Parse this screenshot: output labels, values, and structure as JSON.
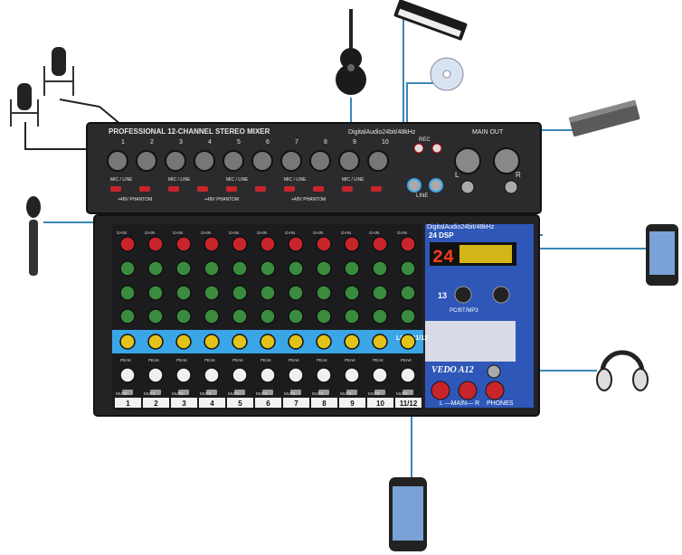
{
  "mixer": {
    "title": "PROFESSIONAL 12-CHANNEL STEREO MIXER",
    "brand": "VEDO A12",
    "dsp": "24 DSP",
    "digital_audio": "DigitalAudio24bit/48kHz",
    "digital_audio_top": "DigitalAudio24bit/48kHz",
    "main_out": "MAIN OUT",
    "display_number": "24",
    "dsp_section_number": "13",
    "pc_bt_mp3": "PC/BT/MP3",
    "line_1112": "LINE 11/12",
    "main_label": "L —MAIN— R",
    "phones_label": "PHONES",
    "phantom_label": "+48V PHANTOM",
    "mic_line": "MIC / LINE",
    "gain_label": "GAIN",
    "mute_label": "MUTE",
    "peak_label": "PEAK",
    "rec_label": "REC",
    "line_label": "LINE",
    "out_l": "L",
    "out_r": "R",
    "channel_numbers": [
      "1",
      "2",
      "3",
      "4",
      "5",
      "6",
      "7",
      "8",
      "9",
      "10",
      "11/12"
    ],
    "top_channel_numbers": [
      "1",
      "2",
      "3",
      "4",
      "5",
      "6",
      "7",
      "8",
      "9",
      "10"
    ]
  },
  "colors": {
    "panel": "#2b2b2e",
    "panel_edge": "#111111",
    "dsp_blue": "#2f57b8",
    "knob_red": "#c8252b",
    "knob_green": "#3a8b3e",
    "knob_yellow": "#e3c21a",
    "strip_blue": "#3aa6e8",
    "cable": "#3b86b8",
    "display_red": "#ff3b1f",
    "display_yellow": "#f7d21a"
  },
  "peripherals": [
    {
      "name": "condenser-mic-1"
    },
    {
      "name": "condenser-mic-2"
    },
    {
      "name": "acoustic-guitar"
    },
    {
      "name": "keyboard"
    },
    {
      "name": "cd"
    },
    {
      "name": "amplifier"
    },
    {
      "name": "handheld-mic"
    },
    {
      "name": "smartphone-right"
    },
    {
      "name": "headphones"
    },
    {
      "name": "smartphone-bottom"
    }
  ]
}
